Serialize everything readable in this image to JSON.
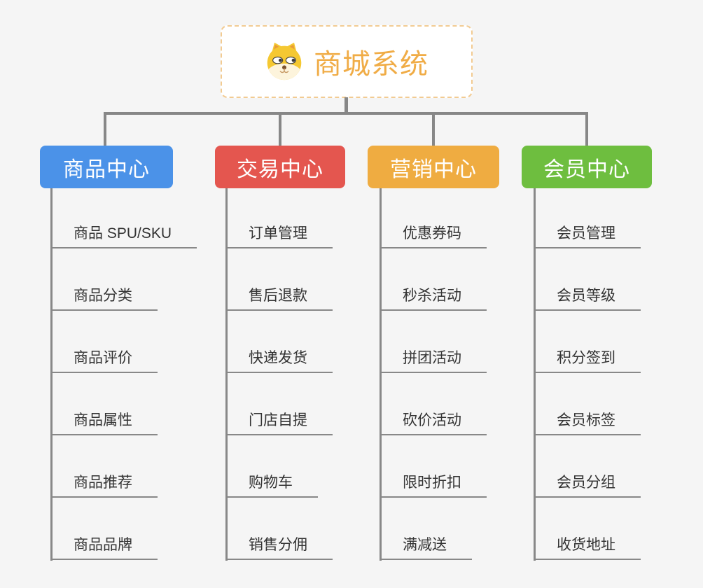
{
  "root": {
    "title": "商城系统",
    "icon": "dog-face-icon"
  },
  "branches": [
    {
      "label": "商品中心",
      "color": "#4b92e8",
      "children": [
        "商品 SPU/SKU",
        "商品分类",
        "商品评价",
        "商品属性",
        "商品推荐",
        "商品品牌"
      ]
    },
    {
      "label": "交易中心",
      "color": "#e4564f",
      "children": [
        "订单管理",
        "售后退款",
        "快递发货",
        "门店自提",
        "购物车",
        "销售分佣"
      ]
    },
    {
      "label": "营销中心",
      "color": "#efac41",
      "children": [
        "优惠券码",
        "秒杀活动",
        "拼团活动",
        "砍价活动",
        "限时折扣",
        "满减送"
      ]
    },
    {
      "label": "会员中心",
      "color": "#6ebe3f",
      "children": [
        "会员管理",
        "会员等级",
        "积分签到",
        "会员标签",
        "会员分组",
        "收货地址"
      ]
    }
  ],
  "theme": {
    "background": "#f5f5f5",
    "connector": "#878787",
    "root_border": "#f2cb92",
    "root_text": "#f0ac46",
    "leaf_text": "#333333",
    "branch_text": "#ffffff"
  }
}
